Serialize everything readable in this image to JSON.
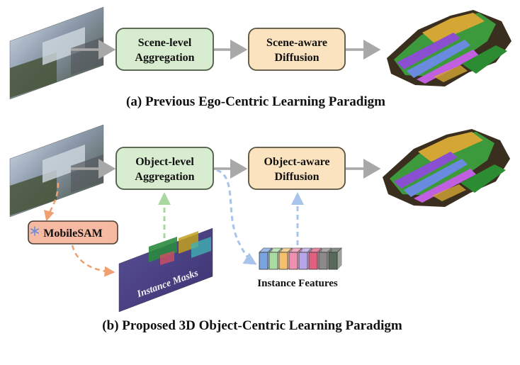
{
  "top_row": {
    "box1": [
      "Scene-level",
      "Aggregation"
    ],
    "box2": [
      "Scene-aware",
      "Diffusion"
    ],
    "caption": "(a) Previous Ego-Centric Learning Paradigm"
  },
  "bottom_row": {
    "box1": [
      "Object-level",
      "Aggregation"
    ],
    "box2": [
      "Object-aware",
      "Diffusion"
    ],
    "mobilesam": "MobileSAM",
    "instance_masks": "Instance Masks",
    "instance_features": "Instance Features",
    "caption": "(b) Proposed 3D Object-Centric Learning Paradigm"
  },
  "colors": {
    "aggregation_fill": "#d8ecd0",
    "aggregation_stroke": "#4a5a44",
    "diffusion_fill": "#fbe3c0",
    "diffusion_stroke": "#5a5040",
    "mobilesam_fill": "#f6b9a2",
    "arrow_gray": "#a8a8a8",
    "dashed_orange": "#f0a070",
    "dashed_green": "#a8d8a0",
    "dashed_blue": "#a8c4ec"
  },
  "feature_cube_colors": [
    "#7aa4e0",
    "#a8dca0",
    "#f4c070",
    "#f090b0",
    "#b8a4e8",
    "#e06080",
    "#8a8a8a",
    "#5a6a5a"
  ],
  "icons": [
    "snowflake-icon"
  ]
}
